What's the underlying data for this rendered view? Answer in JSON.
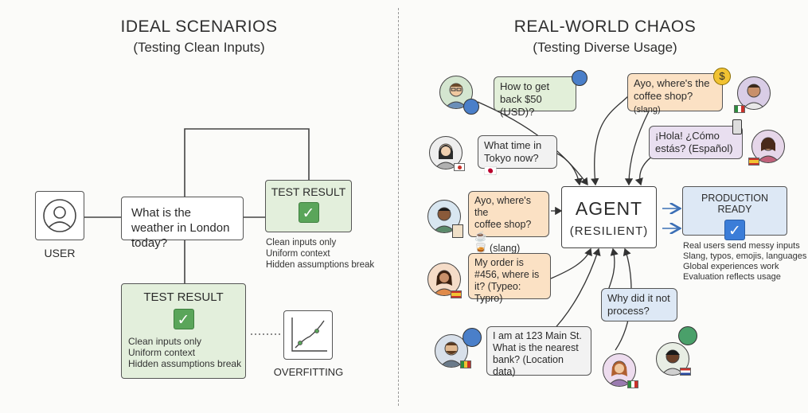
{
  "left": {
    "title": "IDEAL SCENARIOS",
    "subtitle": "(Testing Clean Inputs)",
    "user_label": "USER",
    "question": "What is the weather in London today?",
    "test_result_top": {
      "title": "TEST RESULT",
      "notes": [
        "Clean inputs only",
        "Uniform context",
        "Hidden assumptions break"
      ]
    },
    "test_result_bottom": {
      "title": "TEST RESULT",
      "notes": [
        "Clean inputs only",
        "Uniform context",
        "Hidden assumptions break"
      ]
    },
    "overfitting_label": "OVERFITTING"
  },
  "right": {
    "title": "REAL-WORLD CHAOS",
    "subtitle": "(Testing Diverse Usage)",
    "agent_title": "AGENT",
    "agent_subtitle": "(RESILIENT)",
    "production_title": "PRODUCTION READY",
    "production_notes": [
      "Real users send messy inputs",
      "Slang, typos, emojis, languages",
      "Global experiences work",
      "Evaluation reflects usage"
    ],
    "bubbles": {
      "dollar": "How to get back $50 (USD)?",
      "slang_top_line1": "Ayo, where's the",
      "slang_top_line2": "coffee shop?",
      "slang_top_tag": "(slang)",
      "hola": "¡Hola! ¿Cómo estás? (Español)",
      "tokyo": "What time in Tokyo now? 🇯🇵",
      "slang_left_line1": "Ayo, where's the",
      "slang_left_line2": "coffee shop? ☕",
      "slang_left_line3": "🥃 (slang)",
      "order": "My order is #456, where is it? (Typeo: Typro)",
      "why": "Why did it not process?",
      "location": "I am at 123 Main St. What is the nearest bank? (Location data)"
    }
  },
  "colors": {
    "green_box": "#e3efdc",
    "check_green": "#5aa55a",
    "check_blue": "#3b7dd8",
    "bubble_orange": "#fbe1c4",
    "bubble_purple": "#e9dff0",
    "bubble_blue": "#dde8f5"
  }
}
